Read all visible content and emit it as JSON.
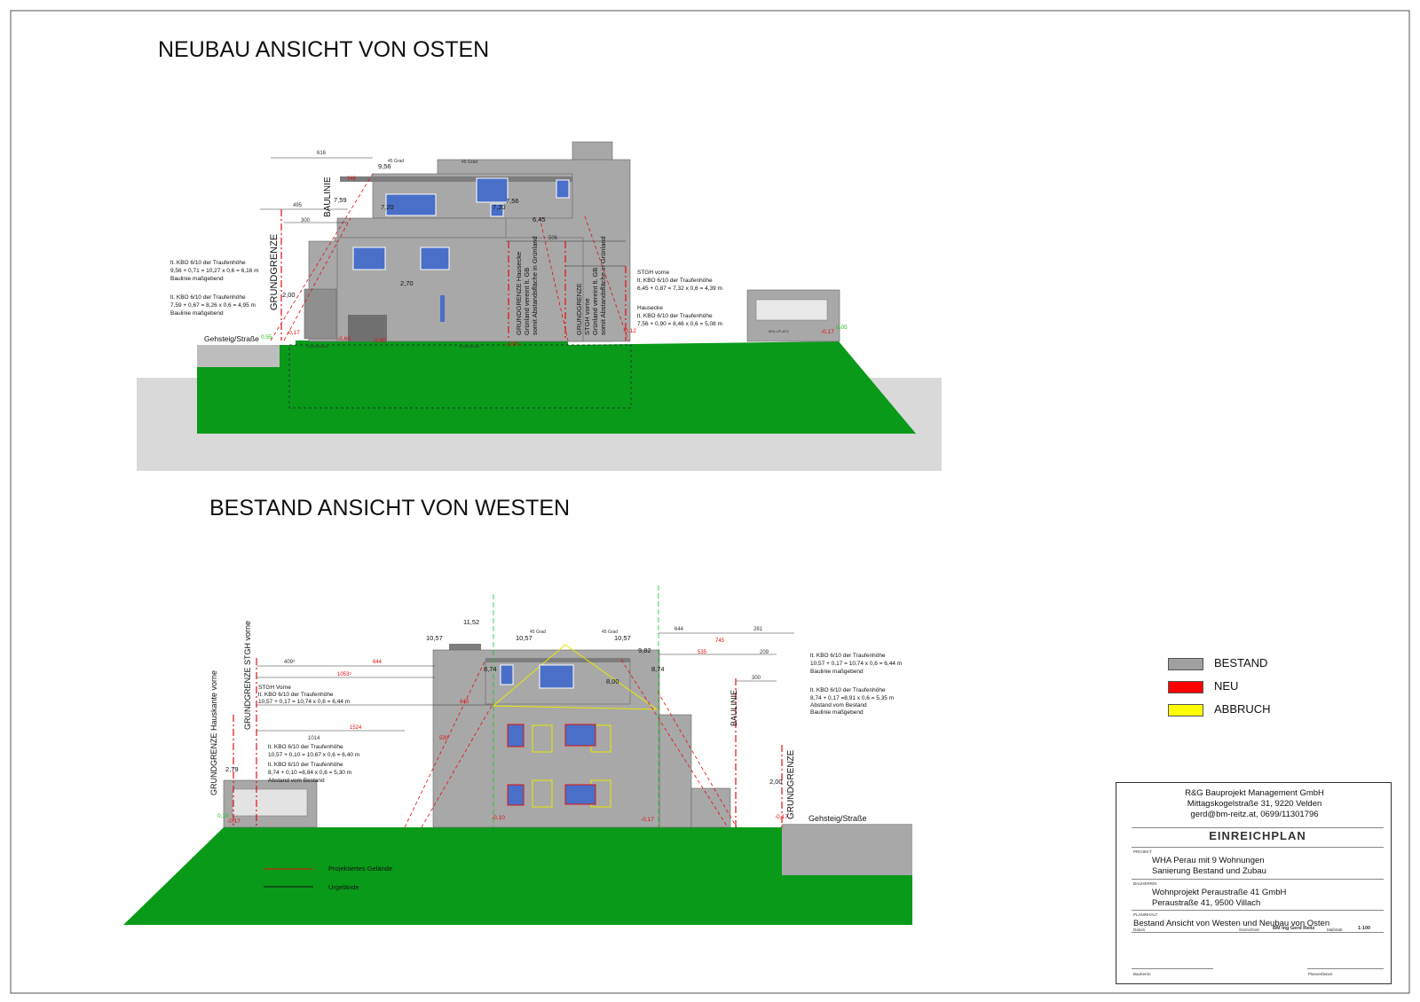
{
  "titles": {
    "top": "NEUBAU ANSICHT VON OSTEN",
    "bottom": "BESTAND ANSICHT VON WESTEN"
  },
  "colors": {
    "terrain": "#0a9a1a",
    "facade": "#a8a8a8",
    "window": "#4a6fc8",
    "roof": "#7d7d7d",
    "ground_grey": "#d9d9d9",
    "street_grey": "#bdbdbd",
    "dim_red": "#e01010",
    "level_green": "#22c022"
  },
  "top": {
    "dims": {
      "d616": "616",
      "d495": "495",
      "d300": "300",
      "d248": "248",
      "d506": "506",
      "grad1": "45 Grad",
      "grad2": "45 Grad"
    },
    "levels": {
      "l956": "9,56",
      "l759": "7,59",
      "l720a": "7,20",
      "l720b": "7,20",
      "l756": "7,56",
      "l645": "6,45",
      "l270": "2,70",
      "l200": "2,00"
    },
    "vertical": {
      "baulinie": "BAULINIE",
      "grundgrenze": "GRUNDGRENZE",
      "gg_hausecke": "GRUNDGRENZE Hausecke",
      "gg_hausecke2": "Grünland vereint lt. GB",
      "gg_hausecke3": "somit Abstandsfläche in Grünland",
      "gg_stgh": "GRUNDGRENZE",
      "gg_stgh2": "STGH vorne",
      "gg_stgh3": "Grünland vereint lt. GB",
      "gg_stgh4": "somit Abstandsfläche in Grünland"
    },
    "note1": [
      "lt. KBO 6/10 der Traufenhöhe",
      "9,56 + 0,71 = 10,27 x 0,6 = 6,16 m",
      "Baulinie maßgebend"
    ],
    "note2": [
      "lt. KBO 6/10 der Traufenhöhe",
      "7,59 + 0,67 = 8,26 x 0,6 = 4,95 m",
      "Baulinie maßgebend"
    ],
    "note3": [
      "STGH vorne",
      "lt. KBO 6/10 der Traufenhöhe",
      "6,45 + 0,87 = 7,32 x 0,6 = 4,39 m"
    ],
    "note4": [
      "Hausecke",
      "lt. KBO 6/10 der Traufenhöhe",
      "7,56 + 0,90 = 8,46 x 0,6 = 5,08 m"
    ],
    "street": "Gehsteig/Straße",
    "ground_levels": {
      "g1": "0,55",
      "g2": "-0,17",
      "g3": "-0,60",
      "g4": "-0,90",
      "g5": "-0,90",
      "g6": "-0,12",
      "g7": "0,05",
      "g8": "-0,17"
    },
    "small": {
      "sockel1": "Sockelmauer",
      "sockel2": "Sockelmauer",
      "muell": "MÜLLPLATZ"
    }
  },
  "bottom": {
    "dims": {
      "d409": "409⁵",
      "d644a": "644",
      "d10535": "1053⁵",
      "d640": "640",
      "d1524": "1524",
      "d530": "530",
      "d1014": "1014",
      "d644b": "644",
      "d281": "281",
      "d745": "745",
      "d535": "535",
      "d209": "209",
      "d300": "300",
      "grad1": "45 Grad",
      "grad2": "45 Grad"
    },
    "levels": {
      "l1152": "11,52",
      "l1057a": "10,57",
      "l1057b": "10,57",
      "l1057c": "10,57",
      "l982": "9,82",
      "l874a": "8,74",
      "l874b": "8,74",
      "l800": "8,00",
      "l279": "2,79",
      "l200": "2,00"
    },
    "vertical": {
      "gg_hauskante": "GRUNDGRENZE Hauskante vorne",
      "gg_stgh": "GRUNDGRENZE STGH vorne",
      "baulinie": "BAULINIE",
      "grundgrenze": "GRUNDGRENZE"
    },
    "note_stgh": [
      "STGH Vorne",
      "lt. KBO 6/10 der Traufenhöhe",
      "10,57 + 0,17 = 10,74 x 0,6 = 6,44 m"
    ],
    "note_a": [
      "lt. KBO 6/10 der Traufenhöhe",
      "10,57 + 0,10 = 10,67 x 0,6 = 6,40 m"
    ],
    "note_b": [
      "lt. KBO 6/10 der Traufenhöhe",
      "8,74 + 0,10 =8,84 x 0,6 = 5,30 m",
      "Abstand vom Bestand"
    ],
    "note_r1": [
      "lt. KBO 6/10 der Traufenhöhe",
      "10,57 + 0,17 = 10,74 x 0,6 = 6,44 m",
      "Baulinie maßgebend"
    ],
    "note_r2": [
      "lt. KBO 6/10 der Traufenhöhe",
      "8,74 + 0,17 =8,91 x 0,6 = 5,35 m",
      "Abstand vom Bestand",
      "Baulinie maßgebend"
    ],
    "street": "Gehsteig/Straße",
    "ground_levels": {
      "g1": "0,10",
      "g2": "-0,17",
      "g3": "-0,10",
      "g4": "-0,17",
      "g5": "-0,17"
    },
    "terrain_legend": {
      "projected": "Projektiertes Gelände",
      "original": "Urgelände"
    }
  },
  "legend": [
    {
      "label": "BESTAND",
      "color": "#a0a0a0"
    },
    {
      "label": "NEU",
      "color": "#ff0000"
    },
    {
      "label": "ABBRUCH",
      "color": "#ffff00"
    }
  ],
  "titleblock": {
    "company": [
      "R&G Bauprojekt Management GmbH",
      "Mittagskogelstraße 31, 9220 Velden",
      "gerd@bm-reitz.at, 0699/11301796"
    ],
    "heading": "EINREICHPLAN",
    "projekt_label": "Projekt",
    "projekt": [
      "WHA Perau mit 9 Wohnungen",
      "Sanierung Bestand und Zubau"
    ],
    "bauherr_label": "Bauherrin",
    "bauherr": [
      "Wohnprojekt Peraustraße 41 GmbH",
      "Peraustraße 41, 9500 Villach"
    ],
    "planinhalt_label": "Planinhalt",
    "planinhalt": "Bestand Ansicht von Westen und Neubau von Osten",
    "datum_label": "Datum",
    "gezeichnet_label": "Gezeichnet",
    "gezeichnet": "BM Ing Gerd Reitz",
    "massstab_label": "Maßstab",
    "massstab": "1:100",
    "sign_left": "Bauherrin",
    "sign_right": "Planverfasser"
  }
}
